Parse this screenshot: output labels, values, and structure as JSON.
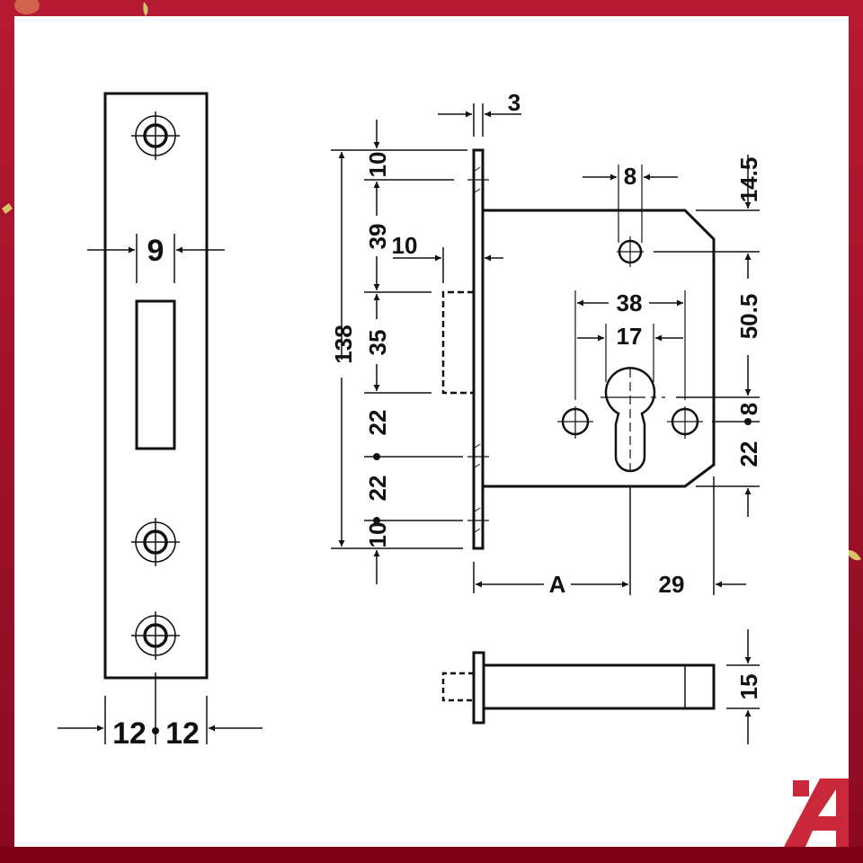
{
  "colors": {
    "frame": "#b51a33",
    "frame_dark": "#7e0016",
    "panel": "#ffffff",
    "line": "#111111",
    "logo": "#c8283a",
    "confetti": "#d9c36a"
  },
  "strike_plate": {
    "width_label": "9",
    "half_width_left": "12",
    "half_width_right": "12"
  },
  "lock_body": {
    "faceplate_thickness": "3",
    "top_offset": "10",
    "hole_to_bolt": "39",
    "bolt_projection": "10",
    "bolt_height": "35",
    "lower_spacing_1": "22",
    "lower_spacing_2": "22",
    "bottom_offset": "10",
    "overall_height": "138",
    "hole_width": "8",
    "top_step": "14.5",
    "hole_to_cylinder": "50.5",
    "cylinder_hole_spacing": "38",
    "cylinder_width": "17",
    "cylinder_offset": "8",
    "cylinder_to_bottom": "22",
    "backset": "A",
    "backset_to_rear": "29"
  },
  "bolt_view": {
    "bolt_thickness": "15"
  },
  "logo": {
    "glyph": "A"
  }
}
